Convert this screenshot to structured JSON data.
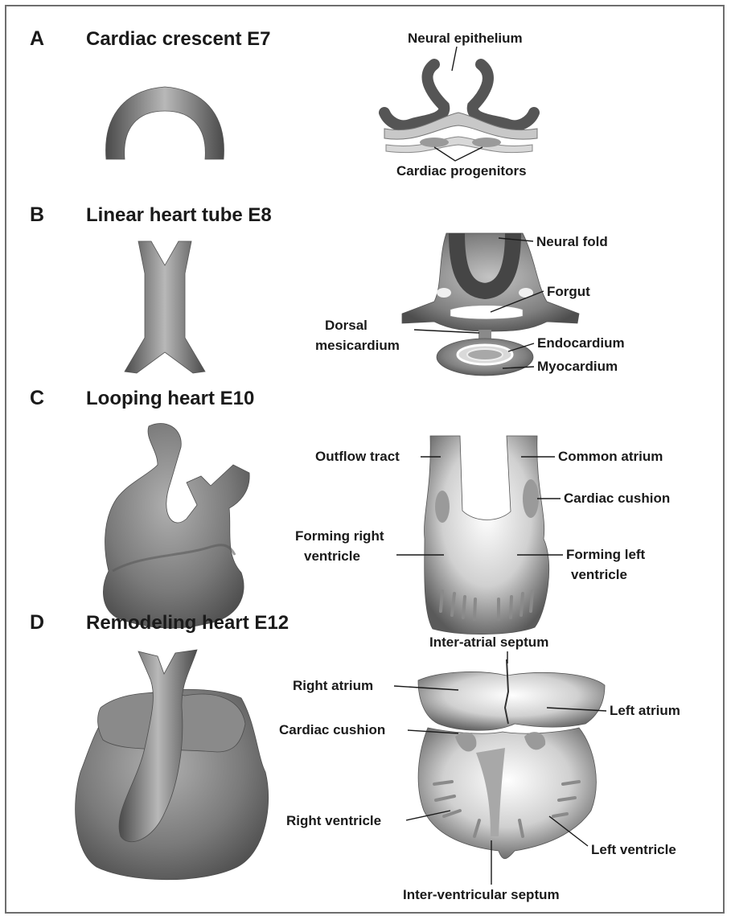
{
  "panels": [
    {
      "letter": "A",
      "title": "Cardiac crescent  E7",
      "labels": {
        "neural_epithelium": "Neural epithelium",
        "cardiac_progenitors": "Cardiac progenitors"
      }
    },
    {
      "letter": "B",
      "title": "Linear heart tube E8",
      "labels": {
        "neural_fold": "Neural fold",
        "forgut": "Forgut",
        "dorsal": "Dorsal",
        "mesicardium": "mesicardium",
        "endocardium": "Endocardium",
        "myocardium": "Myocardium"
      }
    },
    {
      "letter": "C",
      "title": "Looping heart E10",
      "labels": {
        "outflow_tract": "Outflow tract",
        "common_atrium": "Common atrium",
        "cardiac_cushion": "Cardiac cushion",
        "forming_right_1": "Forming right",
        "forming_right_2": "ventricle",
        "forming_left_1": "Forming left",
        "forming_left_2": "ventricle"
      }
    },
    {
      "letter": "D",
      "title": "Remodeling heart E12",
      "labels": {
        "inter_atrial_septum": "Inter-atrial septum",
        "right_atrium": "Right atrium",
        "left_atrium": "Left atrium",
        "cardiac_cushion": "Cardiac cushion",
        "right_ventricle": "Right ventricle",
        "left_ventricle": "Left ventricle",
        "inter_ventricular_septum": "Inter-ventricular septum"
      }
    }
  ]
}
